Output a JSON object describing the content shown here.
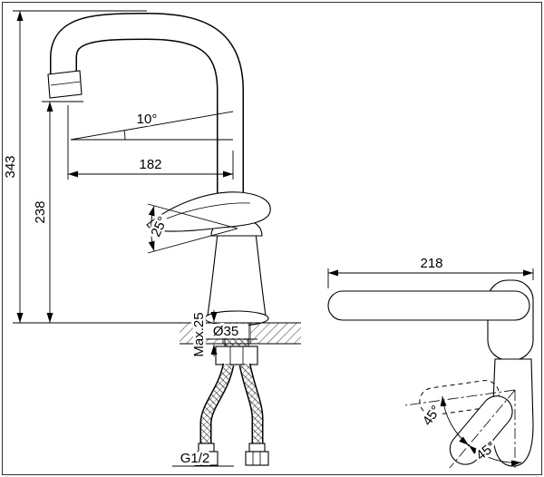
{
  "drawing": {
    "front_view": {
      "total_height": "343",
      "outlet_height": "238",
      "spout_reach": "182",
      "spout_angle": "10°",
      "handle_angle": "25°",
      "hole_diameter": "Ø35",
      "max_deck_thickness": "Max.25",
      "thread_size": "G1/2"
    },
    "side_view": {
      "spout_length": "218",
      "swivel_angle_left": "45°",
      "swivel_angle_right": "45°"
    },
    "colors": {
      "line": "#000000",
      "background": "#ffffff"
    }
  }
}
